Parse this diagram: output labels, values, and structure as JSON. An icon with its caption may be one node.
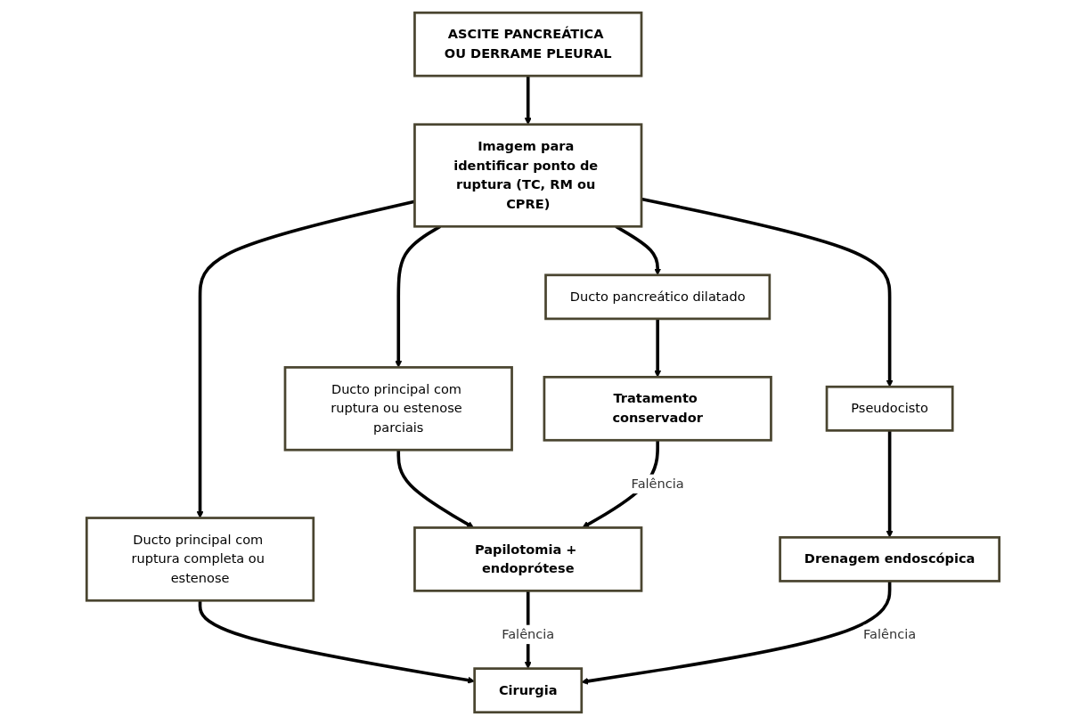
{
  "diagram": {
    "nodes": [
      {
        "text": [
          "ASCITE PANCREÁTICA OU DERRAME PLEURAL"
        ]
      },
      {
        "text": [
          "Imagem para identificar ponto de ruptura (TC, RM ou CPRE)"
        ]
      },
      {
        "text": [
          "Ducto pancreático dilatado"
        ]
      },
      {
        "text": [
          "Ducto principal com ruptura ou estenose parciais"
        ]
      },
      {
        "text": [
          "Ducto principal com ruptura completa ou estenose"
        ]
      },
      {
        "text": [
          "Pseudocisto"
        ]
      },
      {
        "text": [
          "Tratamento conservador"
        ]
      },
      {
        "text": [
          "Papilotomia + endoprótese"
        ]
      },
      {
        "text": [
          "Cirurgia"
        ]
      },
      {
        "text": [
          "Drenagem endoscópica"
        ]
      }
    ],
    "edges": [
      {
        "from": 0,
        "to": 1,
        "arrow": "to"
      },
      {
        "from": 1,
        "to": 2,
        "arrow": "to"
      },
      {
        "from": 1,
        "to": 3,
        "arrow": "to"
      },
      {
        "from": 1,
        "to": 4,
        "arrow": "to"
      },
      {
        "from": 1,
        "to": 5,
        "arrow": "to"
      },
      {
        "from": 2,
        "to": 6,
        "arrow": "to"
      },
      {
        "from": 3,
        "to": 7,
        "arrow": "to"
      },
      {
        "from": 4,
        "to": 8,
        "arrow": "to"
      },
      {
        "from": 5,
        "to": 9,
        "arrow": "to"
      },
      {
        "from": 6,
        "to": 7,
        "arrow": "to",
        "label": "Falência"
      },
      {
        "from": 7,
        "to": 8,
        "arrow": "to",
        "label": "Falência"
      },
      {
        "from": 9,
        "to": 8,
        "arrow": "to",
        "label": "Falência"
      }
    ]
  }
}
